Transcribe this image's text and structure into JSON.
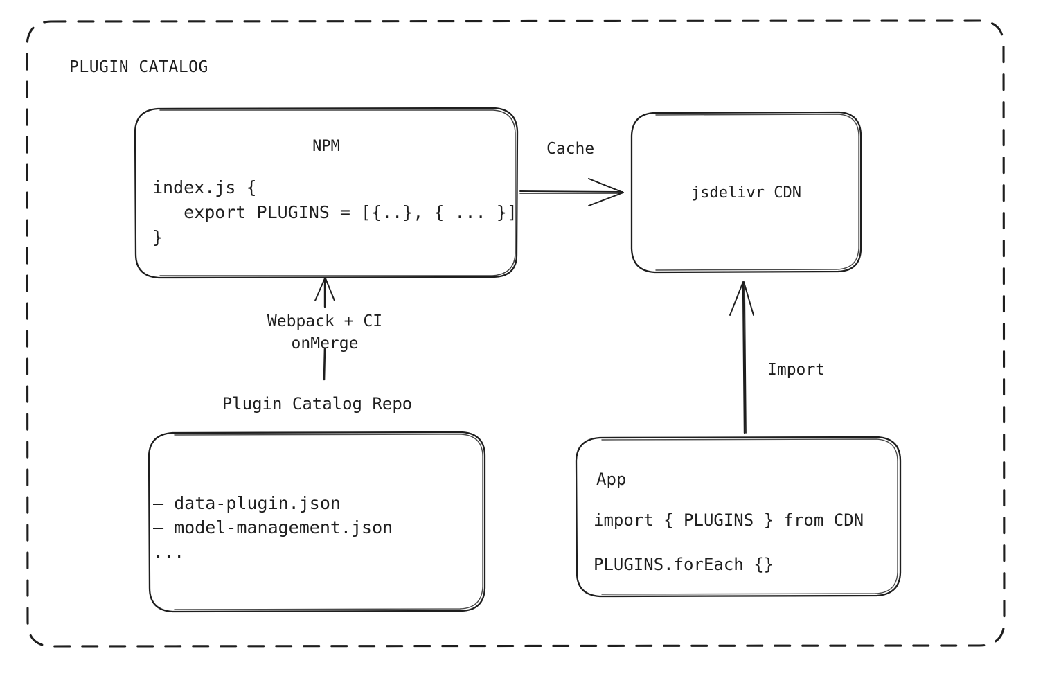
{
  "diagram": {
    "type": "architecture-flow-diagram",
    "background": "#ffffff",
    "stroke_color": "#1e1e1e",
    "container": {
      "label": "PLUGIN CATALOG",
      "border_style": "dashed-rounded"
    },
    "nodes": {
      "npm": {
        "title": "NPM",
        "code_lines": [
          "index.js {",
          "   export PLUGINS = [{..}, { ... }]",
          "}"
        ]
      },
      "cdn": {
        "title": "jsdelivr CDN"
      },
      "repo": {
        "caption": "Plugin Catalog Repo",
        "file_lines": [
          "– data-plugin.json",
          "– model-management.json",
          "..."
        ]
      },
      "app": {
        "title": "App",
        "code_lines": [
          "import { PLUGINS } from CDN",
          "PLUGINS.forEach {}"
        ]
      }
    },
    "edges": [
      {
        "id": "npm-to-cdn",
        "label": "Cache",
        "from": "npm",
        "to": "cdn",
        "direction": "right"
      },
      {
        "id": "repo-to-npm",
        "label": "Webpack + CI\nonMerge",
        "label_line1": "Webpack + CI",
        "label_line2": "onMerge",
        "from": "repo",
        "to": "npm",
        "direction": "up"
      },
      {
        "id": "app-to-cdn",
        "label": "Import",
        "from": "app",
        "to": "cdn",
        "direction": "up"
      }
    ]
  }
}
